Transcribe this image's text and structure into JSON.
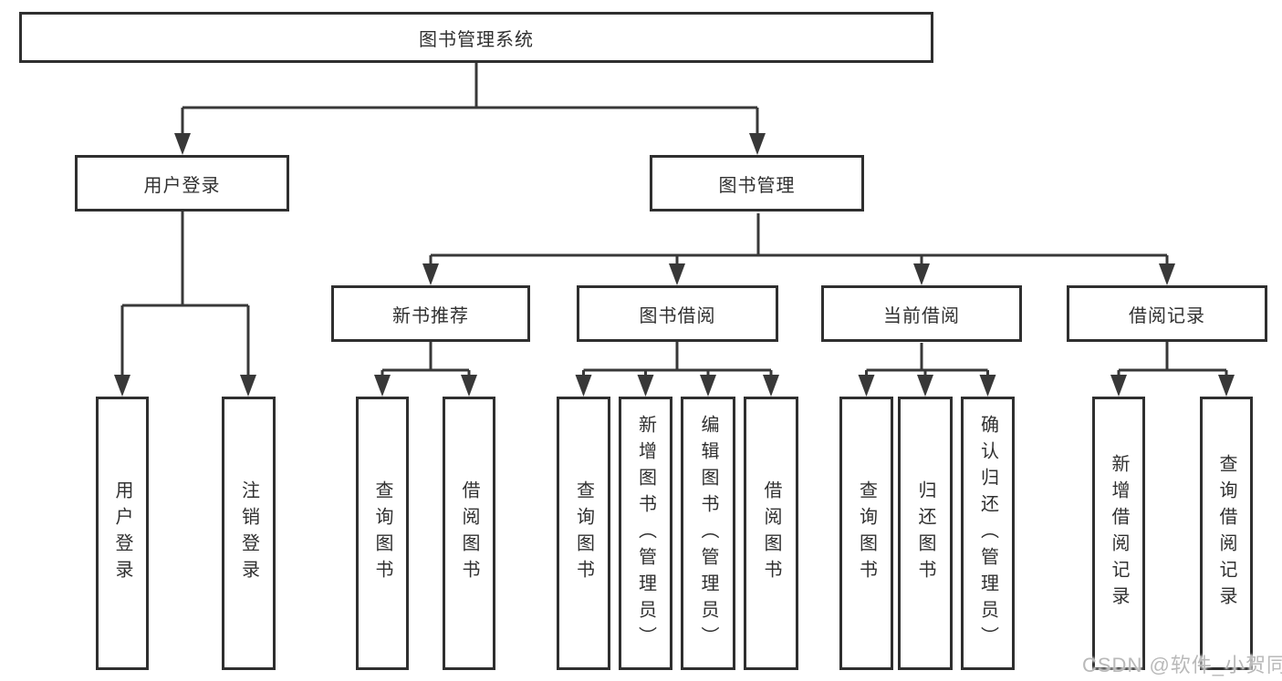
{
  "tree": {
    "label": "图书管理系统",
    "children": [
      {
        "label": "用户登录",
        "children": [
          {
            "label": "用户登录"
          },
          {
            "label": "注销登录"
          }
        ]
      },
      {
        "label": "图书管理",
        "children": [
          {
            "label": "新书推荐",
            "children": [
              {
                "label": "查询图书"
              },
              {
                "label": "借阅图书"
              }
            ]
          },
          {
            "label": "图书借阅",
            "children": [
              {
                "label": "查询图书"
              },
              {
                "label": "新增图书（管理员）"
              },
              {
                "label": "编辑图书（管理员）"
              },
              {
                "label": "借阅图书"
              }
            ]
          },
          {
            "label": "当前借阅",
            "children": [
              {
                "label": "查询图书"
              },
              {
                "label": "归还图书"
              },
              {
                "label": "确认归还（管理员）"
              }
            ]
          },
          {
            "label": "借阅记录",
            "children": [
              {
                "label": "新增借阅记录"
              },
              {
                "label": "查询借阅记录"
              }
            ]
          }
        ]
      }
    ]
  },
  "watermark": {
    "text": "CSDN @软件_小贺同学"
  },
  "colors": {
    "line": "#383838",
    "box_border": "#2f2f2f",
    "text": "#303030",
    "watermark": "#b9b9b9",
    "background": "#ffffff"
  }
}
